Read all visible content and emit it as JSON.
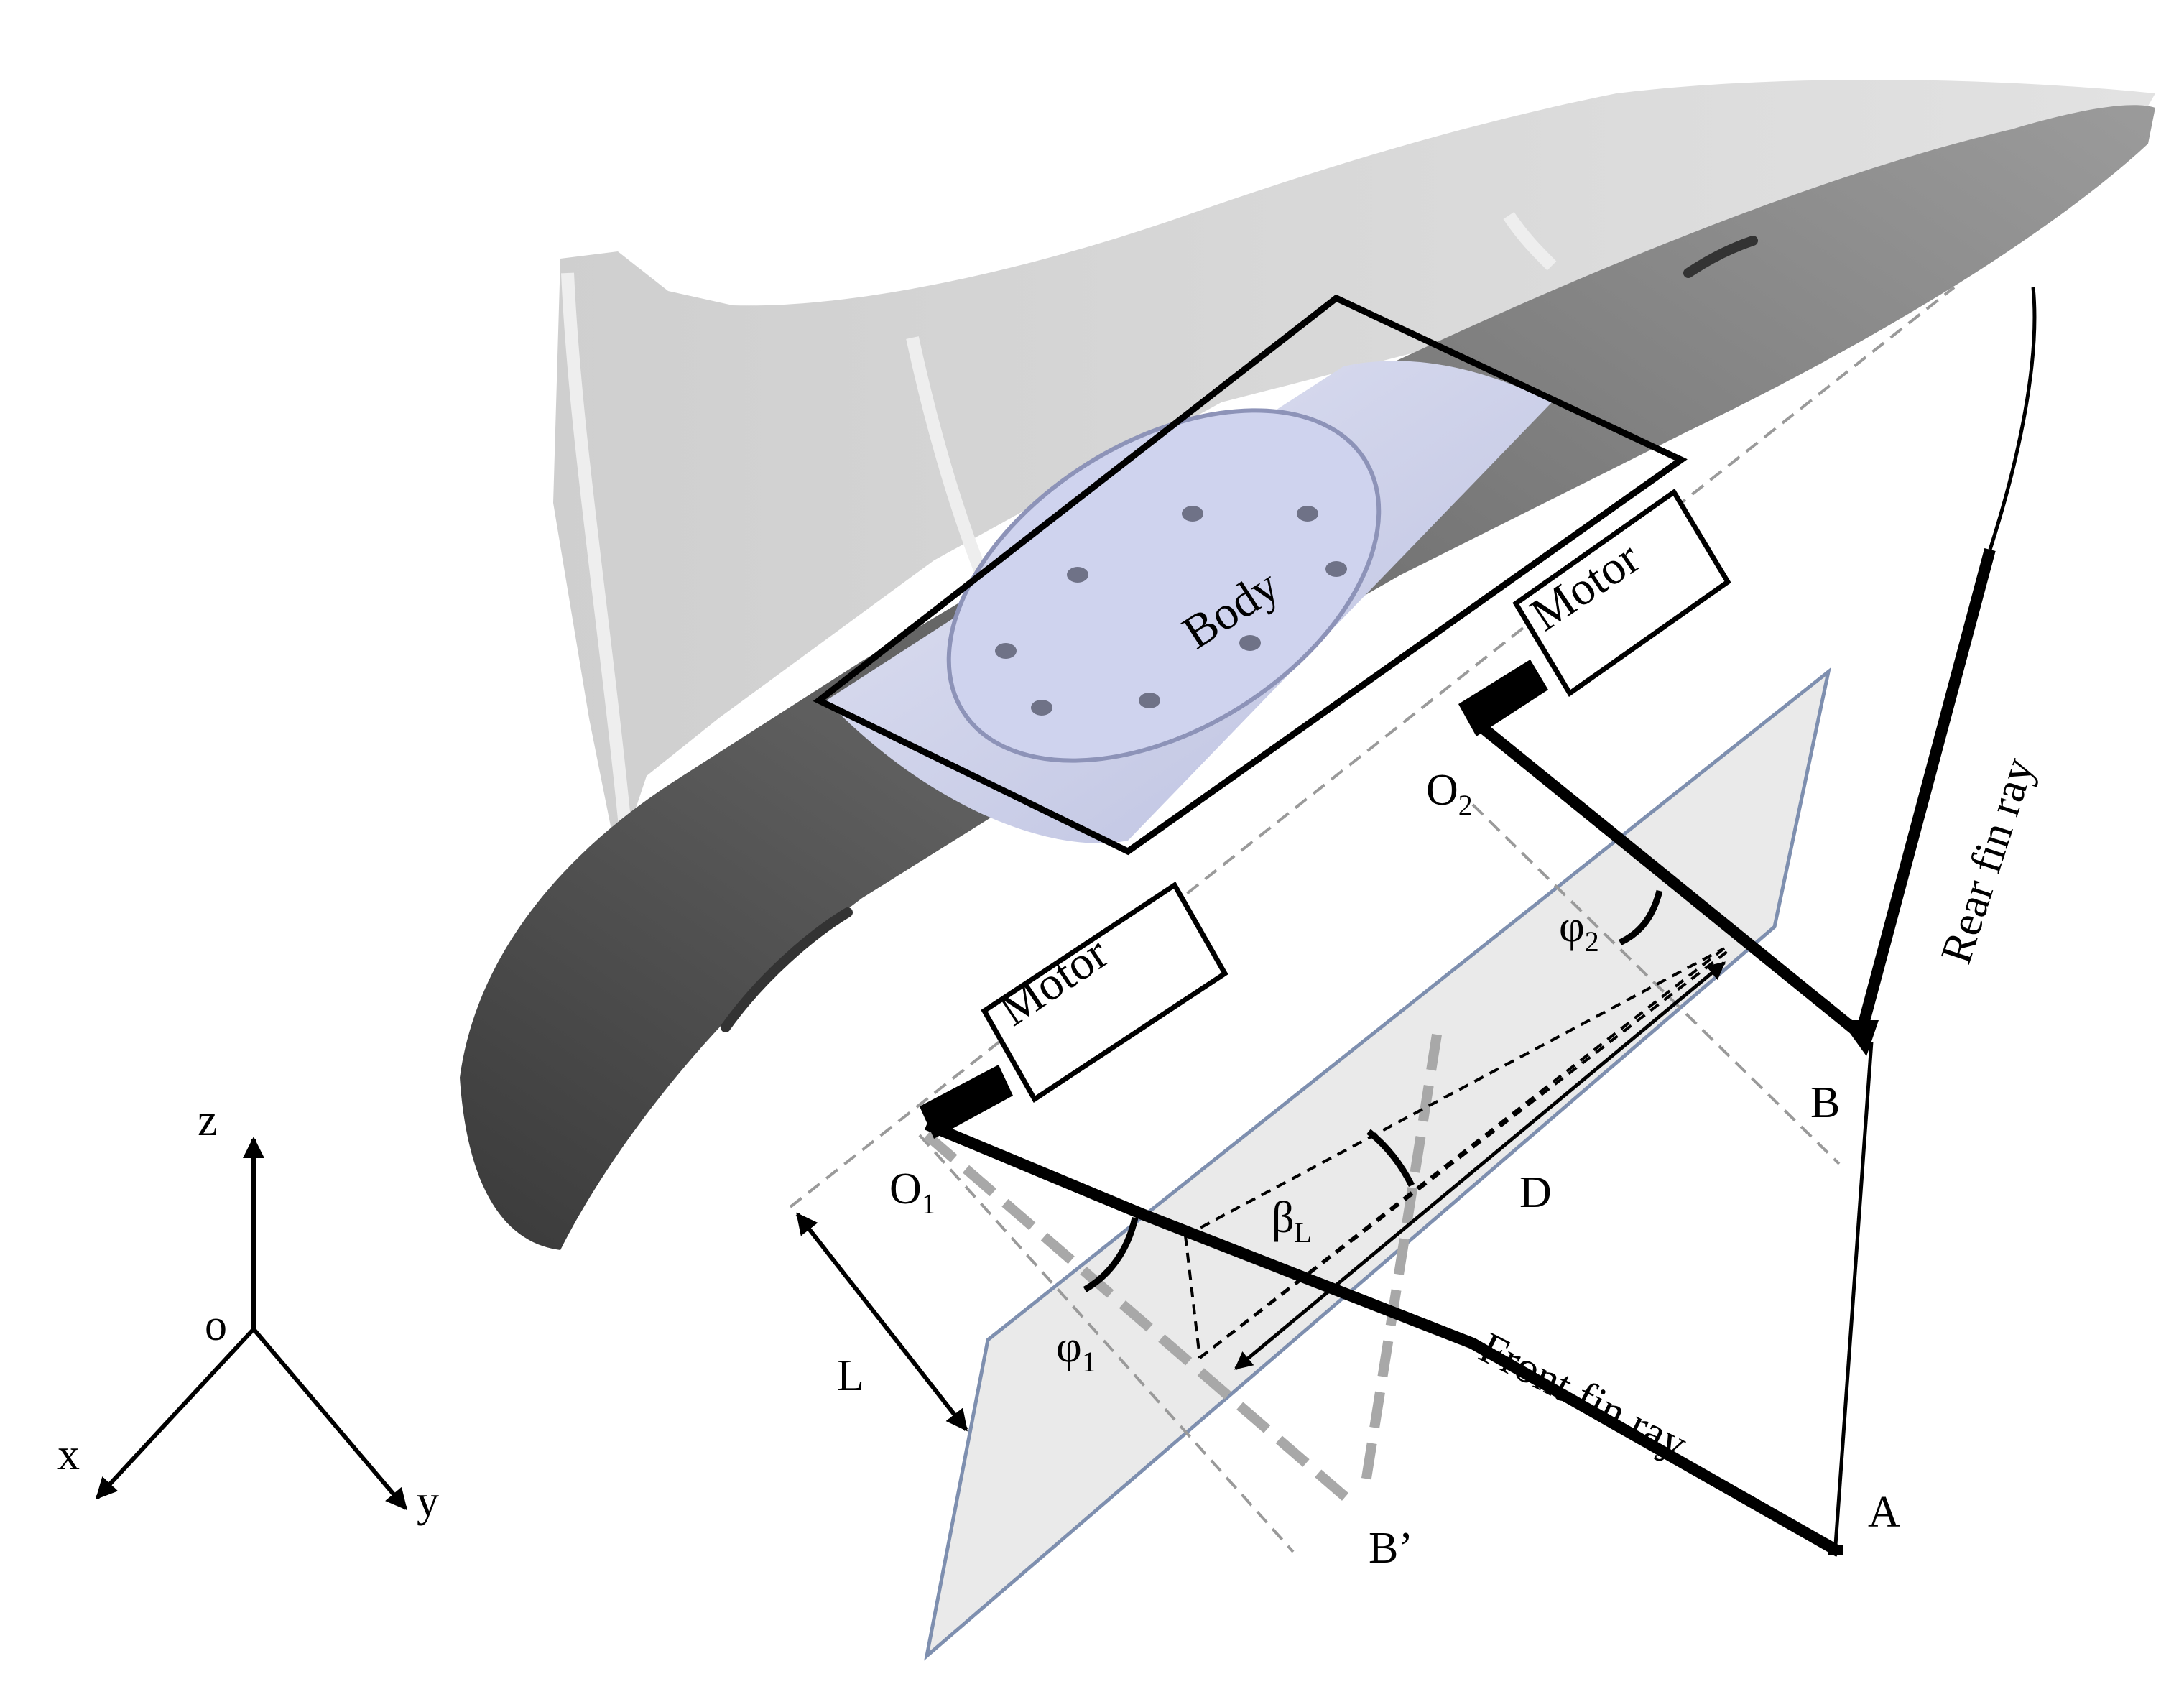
{
  "labels": {
    "body": "Body",
    "motor_front": "Motor",
    "motor_rear": "Motor",
    "rear_fin_ray": "Rear fin ray",
    "front_fin_ray": "Front fin ray",
    "point_o1": "O",
    "point_o1_sub": "1",
    "point_o2": "O",
    "point_o2_sub": "2",
    "point_a": "A",
    "point_b": "B",
    "point_b_prime": "B’",
    "phi1": "φ",
    "phi1_sub": "1",
    "phi2": "φ",
    "phi2_sub": "2",
    "beta_l": "β",
    "beta_l_sub": "L",
    "length_d": "D",
    "length_l": "L"
  },
  "axes": {
    "origin": "o",
    "x": "x",
    "y": "y",
    "z": "z"
  },
  "colors": {
    "fin_light": "#d7d7d7",
    "fin_dark": "#5c5c5c",
    "body_tint": "#c9cde8",
    "plane_fill": "#e6e6e6",
    "plane_stroke": "#7e8faf",
    "guide_dash": "#9a9a9a",
    "ray": "#000000"
  }
}
